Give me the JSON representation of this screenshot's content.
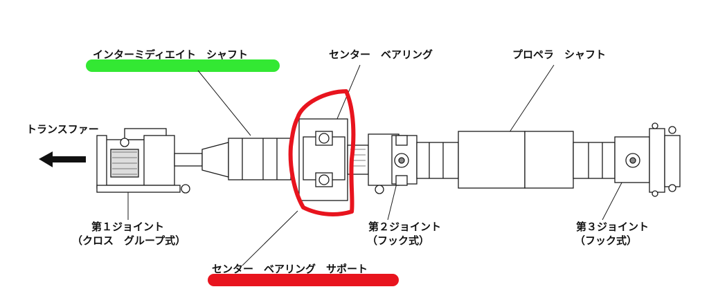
{
  "labels": {
    "intermediate_shaft": "インターミディエイト　シャフト",
    "center_bearing": "センター　ベアリング",
    "propeller_shaft": "プロペラ　シャフト",
    "transfer": "トランスファー",
    "joint1_line1": "第１ジョイント",
    "joint1_line2": "（クロス　グループ式）",
    "joint2_line1": "第２ジョイント",
    "joint2_line2": "（フック式）",
    "joint3_line1": "第３ジョイント",
    "joint3_line2": "（フック式）",
    "center_bearing_support": "センター　ベアリング　サポート"
  },
  "colors": {
    "highlight_green": "#33e833",
    "highlight_red": "#e8141e",
    "outline": "#1a1a1a",
    "hatch": "#555555"
  },
  "icons": {
    "direction_arrow": "left-arrow-icon"
  }
}
